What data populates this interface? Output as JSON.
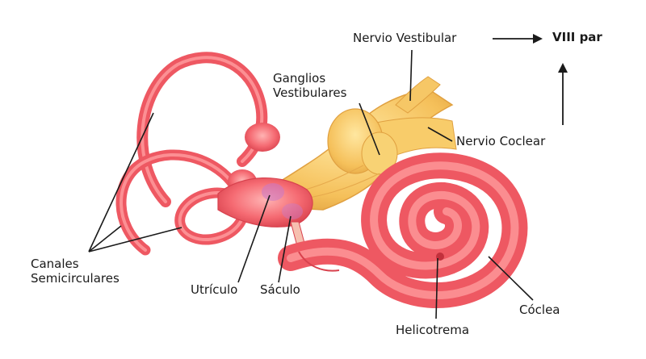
{
  "labels": {
    "nervio_vestibular": "Nervio Vestibular",
    "viii_par": "VIII par",
    "ganglios_line1": "Ganglios",
    "ganglios_line2": "Vestibulares",
    "nervio_coclear": "Nervio Coclear",
    "canales_line1": "Canales",
    "canales_line2": "Semicirculares",
    "utriculo": "Utrículo",
    "saculo": "Sáculo",
    "coclea": "Cóclea",
    "helicotrema": "Helicotrema"
  },
  "colors": {
    "membrane": "#f0606a",
    "membrane_light": "#ff9a9a",
    "membrane_dark": "#d8414d",
    "nerve": "#f5c05a",
    "nerve_light": "#ffe08a",
    "leader": "#1a1a1a"
  }
}
